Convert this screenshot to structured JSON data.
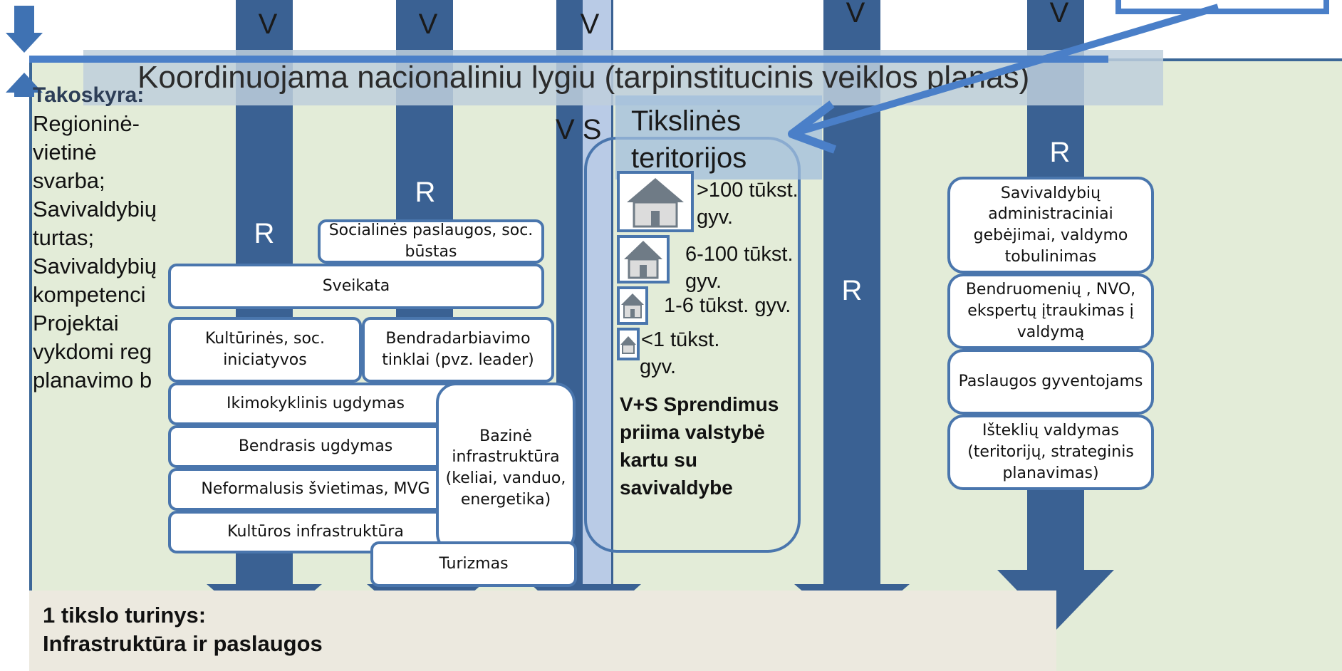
{
  "banner": {
    "text": "Koordinuojama nacionaliniu lygiu (tarpinstitucinis veiklos planas)"
  },
  "pillar_letters": {
    "v1": "V",
    "v2": "V",
    "v3": "V",
    "v4": "V",
    "v5": "V",
    "r1": "R",
    "r2": "R",
    "r3": "R",
    "r4": "R",
    "vs": "V S"
  },
  "left_panel": {
    "title": "Takoskyra:",
    "lines": [
      "Regioninė-",
      "vietinė svarba;",
      "Savivaldybių",
      "turtas;",
      "Savivaldybių",
      "kompetenci",
      "Projektai",
      "vykdomi reg",
      "planavimo b"
    ]
  },
  "boxes": {
    "social": "Socialinės paslaugos, soc. būstas",
    "health": "Sveikata",
    "cultural_initiatives": "Kultūrinės, soc. iniciatyvos",
    "networks": "Bendradarbiavimo tinklai (pvz. leader)",
    "preschool": "Ikimokyklinis ugdymas",
    "general_edu": "Bendrasis ugdymas",
    "nonformal": "Neformalusis švietimas, MVG",
    "culture_infra": "Kultūros infrastruktūra",
    "tourism": "Turizmas",
    "base_infra": "Bazinė infrastruktūra (keliai, vanduo, energetika)"
  },
  "target": {
    "title_line1": "Tikslinės",
    "title_line2": "teritorijos",
    "pop1a": ">100 tūkst.",
    "pop1b": "gyv.",
    "pop2a": "6-100 tūkst.",
    "pop2b": "gyv.",
    "pop3": "1-6 tūkst. gyv.",
    "pop4a": "<1 tūkst.",
    "pop4b": "gyv.",
    "decision": [
      "V+S Sprendimus",
      "priima valstybė",
      "kartu su",
      "savivaldybe"
    ]
  },
  "right_boxes": {
    "admin": "Savivaldybių administraciniai gebėjimai, valdymo tobulinimas",
    "community": "Bendruomenių , NVO, ekspertų įtraukimas į valdymą",
    "services": "Paslaugos gyventojams",
    "resources": "Išteklių valdymas (teritorijų, strateginis planavimas)"
  },
  "footer": {
    "line1": "1 tikslo turinys:",
    "line2": "Infrastruktūra ir paslaugos"
  },
  "colors": {
    "pillar": "#3a6193",
    "box_border": "#4a76ad",
    "background": "#e3ecd8",
    "footer": "#ece9df"
  }
}
